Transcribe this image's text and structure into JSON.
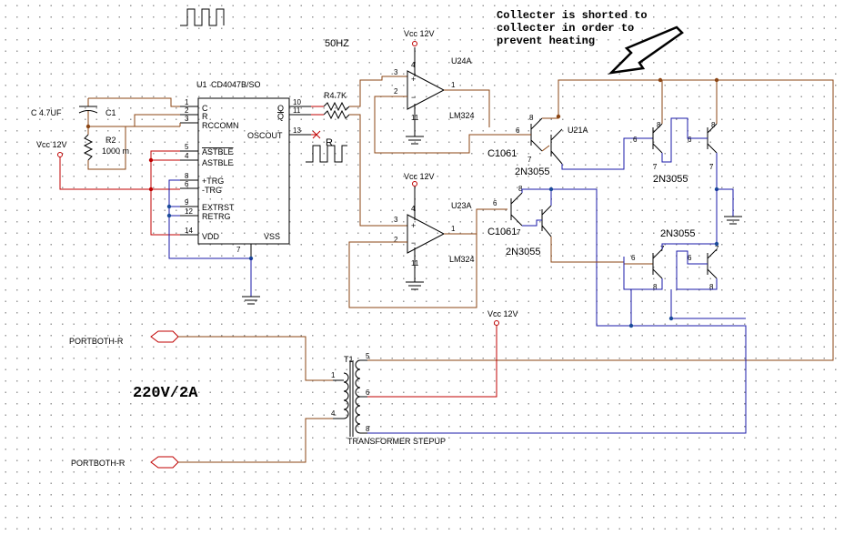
{
  "labels": {
    "note_line1": "Collecter is shorted to",
    "note_line2": "collecter in order to",
    "note_line3": "prevent heating",
    "freq": "50HZ",
    "u1_ref": "U1",
    "u1_part": "CD4047B/SO",
    "c1_value": "C 4.7UF",
    "c1_ref": "C1",
    "r2_ref": "R2",
    "r2_value": "1000 m",
    "vcc_label": "Vcc 12V",
    "r47": "R4.7K",
    "r_label": "R",
    "pin_c": "C",
    "pin_r": "R",
    "pin_rccomn": "RCCOMN",
    "pin_astble": "ASTBLE",
    "pin_astble2": "ASTBLE",
    "pin_ptrg": "+TRG",
    "pin_ntrg": "-TRG",
    "pin_extrst": "EXTRST",
    "pin_retrg": "RETRG",
    "pin_vdd": "VDD",
    "pin_vss": "VSS",
    "pin_q": "Q",
    "pin_qb": "Q",
    "pin_oscout": "OSCOUT",
    "u24a": "U24A",
    "u23a": "U23A",
    "lm324": "LM324",
    "lm324b": "LM324",
    "u21a": "U21A",
    "c1061a": "C1061",
    "c1061b": "C1061",
    "n3055a": "2N3055",
    "n3055b": "2N3055",
    "n3055c": "2N3055",
    "n3055d": "2N3055",
    "port1": "PORTBOTH-R",
    "port2": "PORTBOTH-R",
    "power": "220V/2A",
    "t1": "T1",
    "transformer": "TRANSFORMER STEPUP"
  }
}
